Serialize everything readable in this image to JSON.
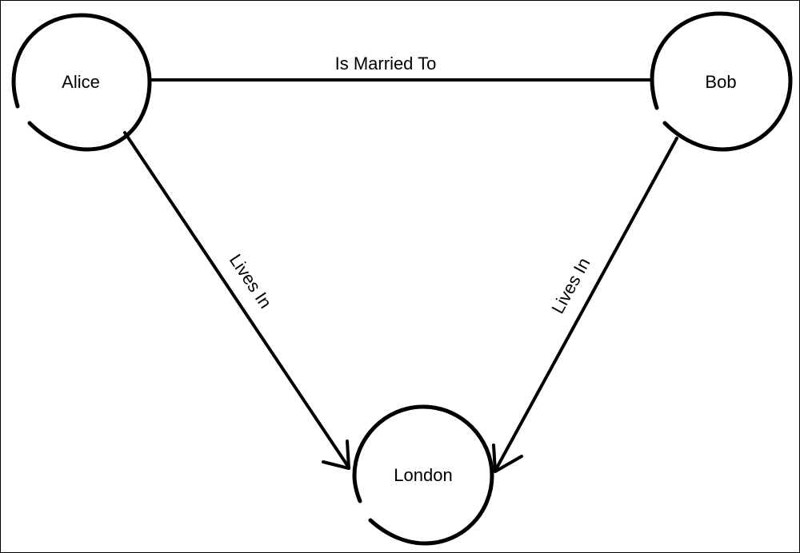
{
  "diagram": {
    "nodes": {
      "alice": {
        "label": "Alice"
      },
      "bob": {
        "label": "Bob"
      },
      "london": {
        "label": "London"
      }
    },
    "edges": {
      "alice_bob": {
        "label": "Is Married To"
      },
      "alice_london": {
        "label": "Lives In"
      },
      "bob_london": {
        "label": "Lives In"
      }
    },
    "colors": {
      "stroke": "#000000",
      "background": "#ffffff"
    }
  }
}
